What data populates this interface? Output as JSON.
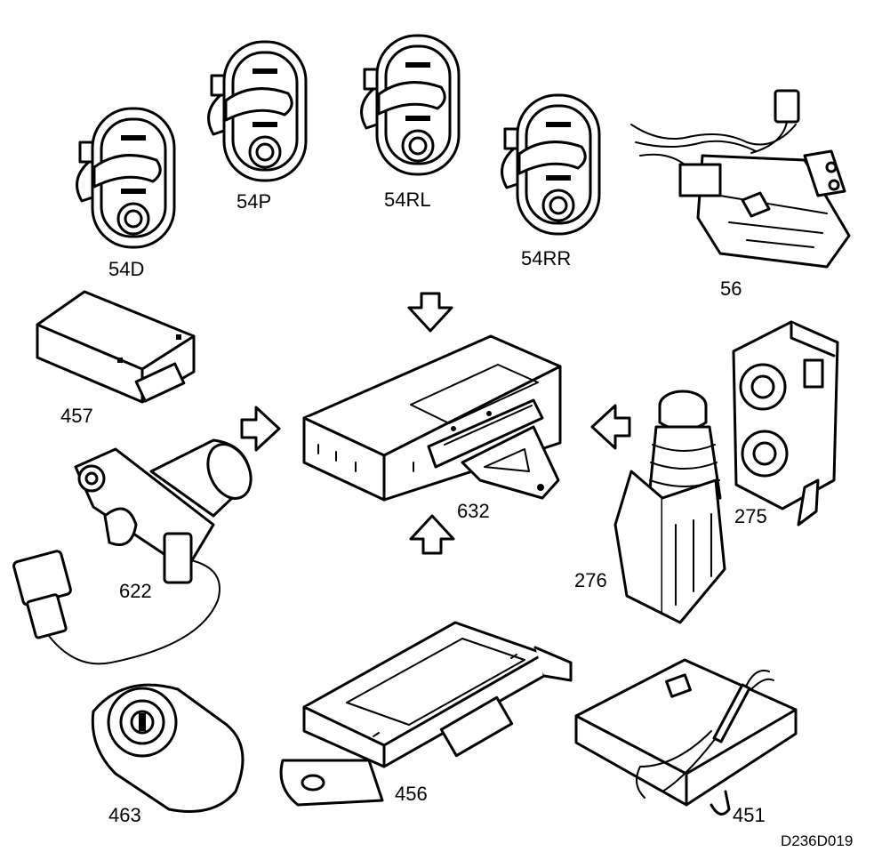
{
  "diagram": {
    "drawing_code": "D236D019",
    "labels": {
      "p54D": "54D",
      "p54P": "54P",
      "p54RL": "54RL",
      "p54RR": "54RR",
      "p56": "56",
      "p457": "457",
      "p632": "632",
      "p622": "622",
      "p276": "276",
      "p275": "275",
      "p463": "463",
      "p456": "456",
      "p451": "451"
    }
  }
}
